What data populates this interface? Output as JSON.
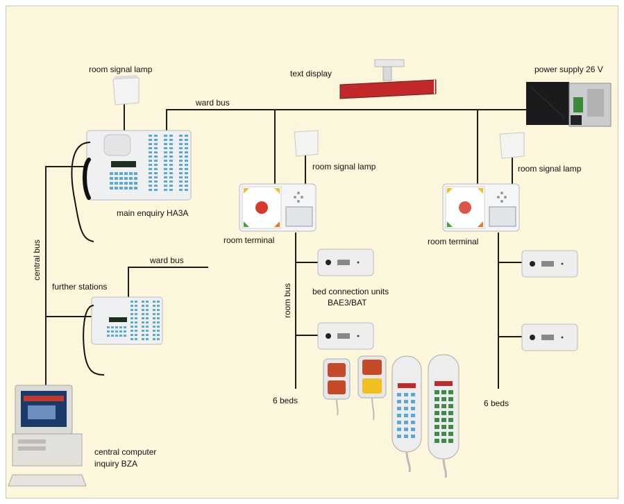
{
  "labels": {
    "room_signal_lamp_1": "room signal lamp",
    "text_display": "text display",
    "power_supply": "power supply 26 V",
    "ward_bus_1": "ward bus",
    "room_signal_lamp_2": "room signal lamp",
    "room_signal_lamp_3": "room signal lamp",
    "main_enquiry": "main enquiry HA3A",
    "room_terminal_1": "room terminal",
    "room_terminal_2": "room terminal",
    "central_bus": "central bus",
    "ward_bus_2": "ward bus",
    "further_stations": "further stations",
    "room_bus": "room bus",
    "bed_units_1": "bed connection units",
    "bed_units_2": "BAE3/BAT",
    "beds_1": "6 beds",
    "beds_2": "6 beds",
    "computer_1": "central computer",
    "computer_2": "inquiry BZA"
  },
  "colors": {
    "panel_bg": "#fbf6dc",
    "line": "#1a1a1a",
    "display_red": "#c0282a",
    "device_white": "#eef0f2",
    "key_blue": "#5aa8d8"
  },
  "icons": {
    "lamp": "room-signal-lamp-icon",
    "display": "text-display-icon",
    "psu": "power-supply-icon",
    "phone": "enquiry-station-icon",
    "terminal": "room-terminal-icon",
    "bed_unit": "bed-connection-unit-icon",
    "handset": "bed-handset-icon",
    "computer": "computer-icon"
  }
}
